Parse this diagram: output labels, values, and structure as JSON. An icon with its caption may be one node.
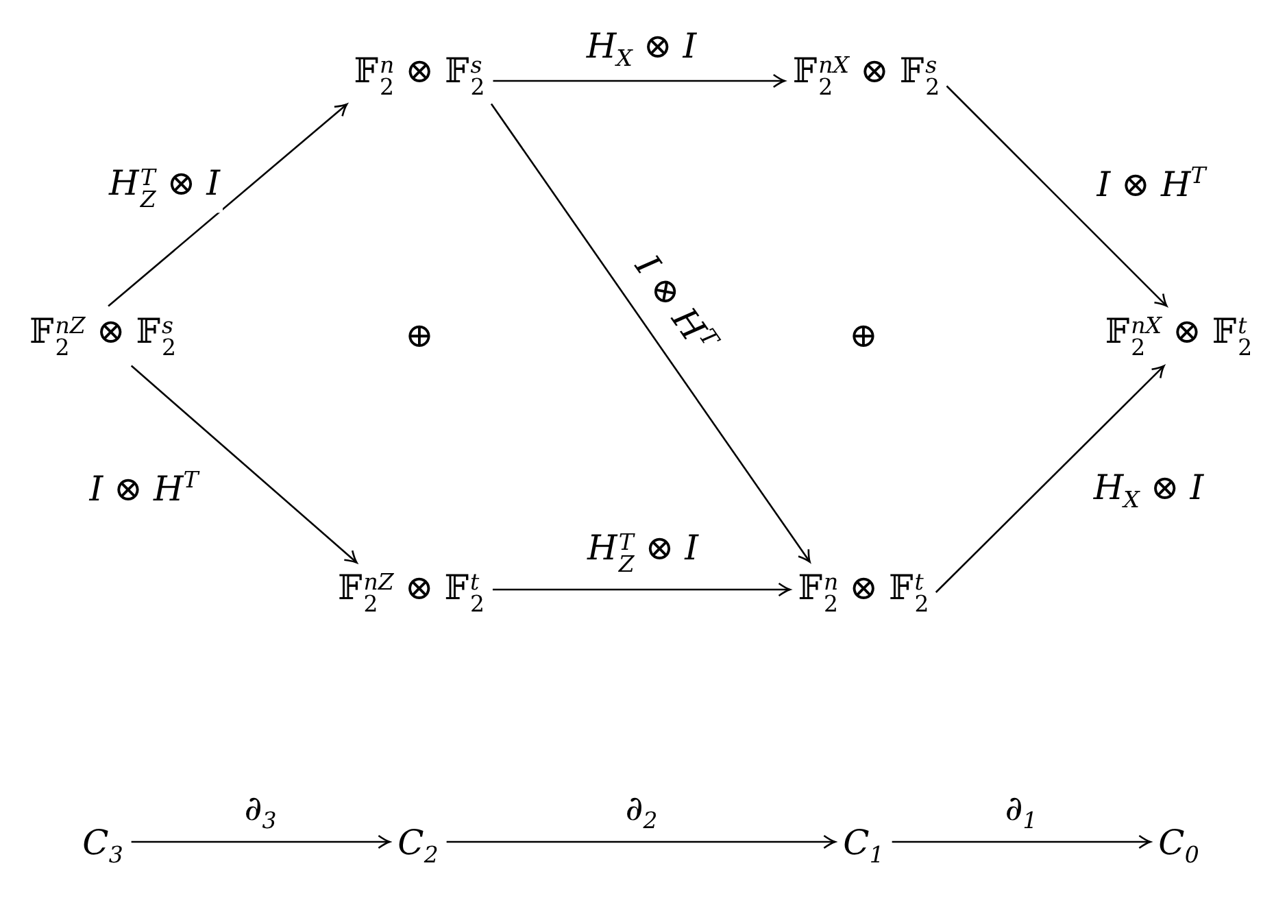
{
  "diagram": {
    "nodes": [
      {
        "text": [
          "𝔽$_{2}$$^{n}$ ⊗ 𝔽$_{2}$$^{s}$"
        ]
      },
      {
        "text": [
          "𝔽$_{2}$$^{nX}$ ⊗ 𝔽$_{2}$$^{s}$"
        ]
      },
      {
        "text": [
          "𝔽$_{2}$$^{nZ}$ ⊗ 𝔽$_{2}$$^{s}$"
        ]
      },
      {
        "text": [
          "𝔽$_{2}$$^{nX}$ ⊗ 𝔽$_{2}$$^{t}$"
        ]
      },
      {
        "text": [
          "𝔽$_{2}$$^{nZ}$ ⊗ 𝔽$_{2}$$^{t}$"
        ]
      },
      {
        "text": [
          "𝔽$_{2}$$^{n}$ ⊗ 𝔽$_{2}$$^{t}$"
        ]
      },
      {
        "text": [
          "C$_{3}$"
        ]
      },
      {
        "text": [
          "C$_{2}$"
        ]
      },
      {
        "text": [
          "C$_{1}$"
        ]
      },
      {
        "text": [
          "C$_{0}$"
        ]
      }
    ],
    "edges": [
      {
        "from": 2,
        "to": 0,
        "arrow": "to",
        "label": "H$_{Z}$$^{T}$ ⊗ I"
      },
      {
        "from": 0,
        "to": 1,
        "arrow": "to",
        "label": "H$_{X}$ ⊗ I"
      },
      {
        "from": 0,
        "to": 5,
        "arrow": "to",
        "label": "I ⊗ H$^{T}$"
      },
      {
        "from": 1,
        "to": 3,
        "arrow": "to",
        "label": "I ⊗ H$^{T}$"
      },
      {
        "from": 2,
        "to": 4,
        "arrow": "to",
        "label": "I ⊗ H$^{T}$"
      },
      {
        "from": 4,
        "to": 5,
        "arrow": "to",
        "label": "H$_{Z}$$^{T}$ ⊗ I"
      },
      {
        "from": 5,
        "to": 3,
        "arrow": "to",
        "label": "H$_{X}$ ⊗ I"
      },
      {
        "from": 6,
        "to": 7,
        "arrow": "to",
        "label": "∂$_{3}$"
      },
      {
        "from": 7,
        "to": 8,
        "arrow": "to",
        "label": "∂$_{2}$"
      },
      {
        "from": 8,
        "to": 9,
        "arrow": "to",
        "label": "∂$_{1}$"
      }
    ],
    "labels": [
      "⊕",
      "⊕"
    ]
  }
}
